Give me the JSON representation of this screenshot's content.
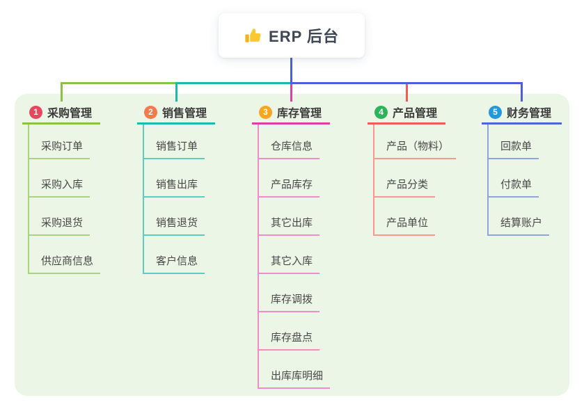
{
  "root": {
    "title": "ERP 后台",
    "icon": "thumbs-up-icon",
    "line_color": "#4c5fd4"
  },
  "panel_color": "#ecf6e6",
  "branches": [
    {
      "number": "1",
      "label": "采购管理",
      "circle_color": "#e9475e",
      "line_color": "#8cc04a",
      "child_line_color": "#a9d37f",
      "children": [
        "采购订单",
        "采购入库",
        "采购退货",
        "供应商信息"
      ]
    },
    {
      "number": "2",
      "label": "销售管理",
      "circle_color": "#f37a4d",
      "line_color": "#17bcab",
      "child_line_color": "#5fccc2",
      "children": [
        "销售订单",
        "销售出库",
        "销售退货",
        "客户信息"
      ]
    },
    {
      "number": "3",
      "label": "库存管理",
      "circle_color": "#f9a61e",
      "line_color": "#dd3fa2",
      "child_line_color": "#f08cc8",
      "children": [
        "仓库信息",
        "产品库存",
        "其它出库",
        "其它入库",
        "库存调拨",
        "库存盘点",
        "出库库明细"
      ]
    },
    {
      "number": "4",
      "label": "产品管理",
      "circle_color": "#2cb45c",
      "line_color": "#f25c54",
      "child_line_color": "#f49a90",
      "children": [
        "产品（物料）",
        "产品分类",
        "产品单位"
      ]
    },
    {
      "number": "5",
      "label": "财务管理",
      "circle_color": "#2199dc",
      "line_color": "#4c66d6",
      "child_line_color": "#8da4de",
      "children": [
        "回款单",
        "付款单",
        "结算账户"
      ]
    }
  ]
}
